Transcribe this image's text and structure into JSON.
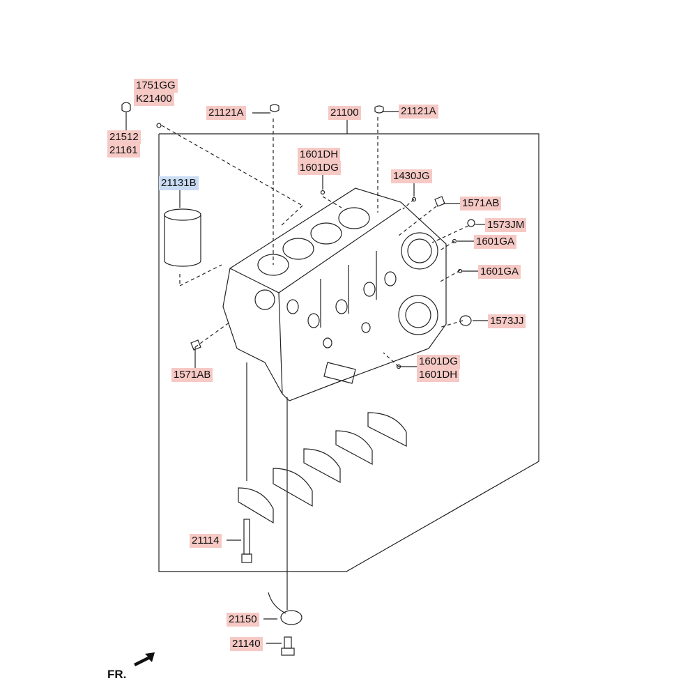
{
  "colors": {
    "label_highlight": "#f6c9c5",
    "label_highlight_selected": "#c9dcf3",
    "line": "#222222"
  },
  "labels": {
    "p1751GG": "1751GG",
    "pK21400": "K21400",
    "p21512": "21512",
    "p21161": "21161",
    "p21121A_left": "21121A",
    "p21100": "21100",
    "p21121A_right": "21121A",
    "p1601DH_top": "1601DH",
    "p1601DG_top": "1601DG",
    "p21131B": "21131B",
    "p1430JG": "1430JG",
    "p1571AB_right": "1571AB",
    "p1573JM": "1573JM",
    "p1601GA_a": "1601GA",
    "p1601GA_b": "1601GA",
    "p1573JJ": "1573JJ",
    "p1571AB_left": "1571AB",
    "p1601DG_bottom": "1601DG",
    "p1601DH_bottom": "1601DH",
    "p21114": "21114",
    "p21150": "21150",
    "p21140": "21140"
  },
  "orientation": {
    "text": "FR.",
    "icon": "front-arrow-icon"
  }
}
